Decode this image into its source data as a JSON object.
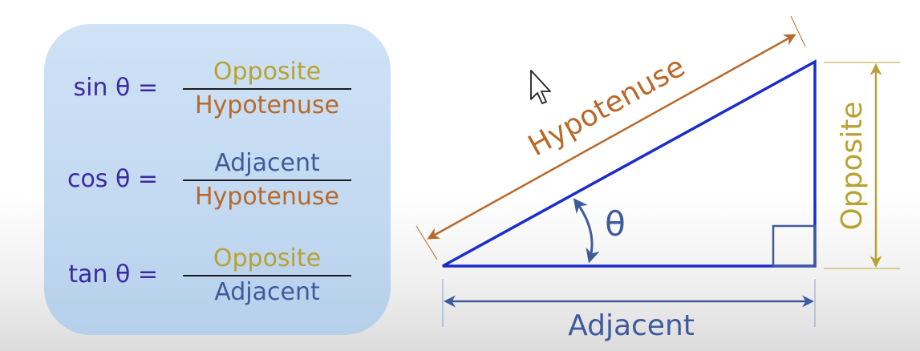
{
  "formulas": [
    {
      "fn": "sin θ =",
      "numerator": "Opposite",
      "denominator": "Hypotenuse"
    },
    {
      "fn": "cos θ =",
      "numerator": "Adjacent",
      "denominator": "Hypotenuse"
    },
    {
      "fn": "tan θ =",
      "numerator": "Opposite",
      "denominator": "Adjacent"
    }
  ],
  "triangle": {
    "hypotenuse_label": "Hypotenuse",
    "opposite_label": "Opposite",
    "adjacent_label": "Adjacent",
    "angle_label": "θ"
  },
  "colors": {
    "panel": "#c5dbf2",
    "function_text": "#3b2aa0",
    "opposite": "#b8a232",
    "hypotenuse": "#b8692a",
    "adjacent": "#3f5a9c",
    "triangle": "#1a2ccc"
  },
  "icons": [
    "mouse-pointer-icon",
    "right-angle-marker",
    "angle-arc-arrow"
  ]
}
